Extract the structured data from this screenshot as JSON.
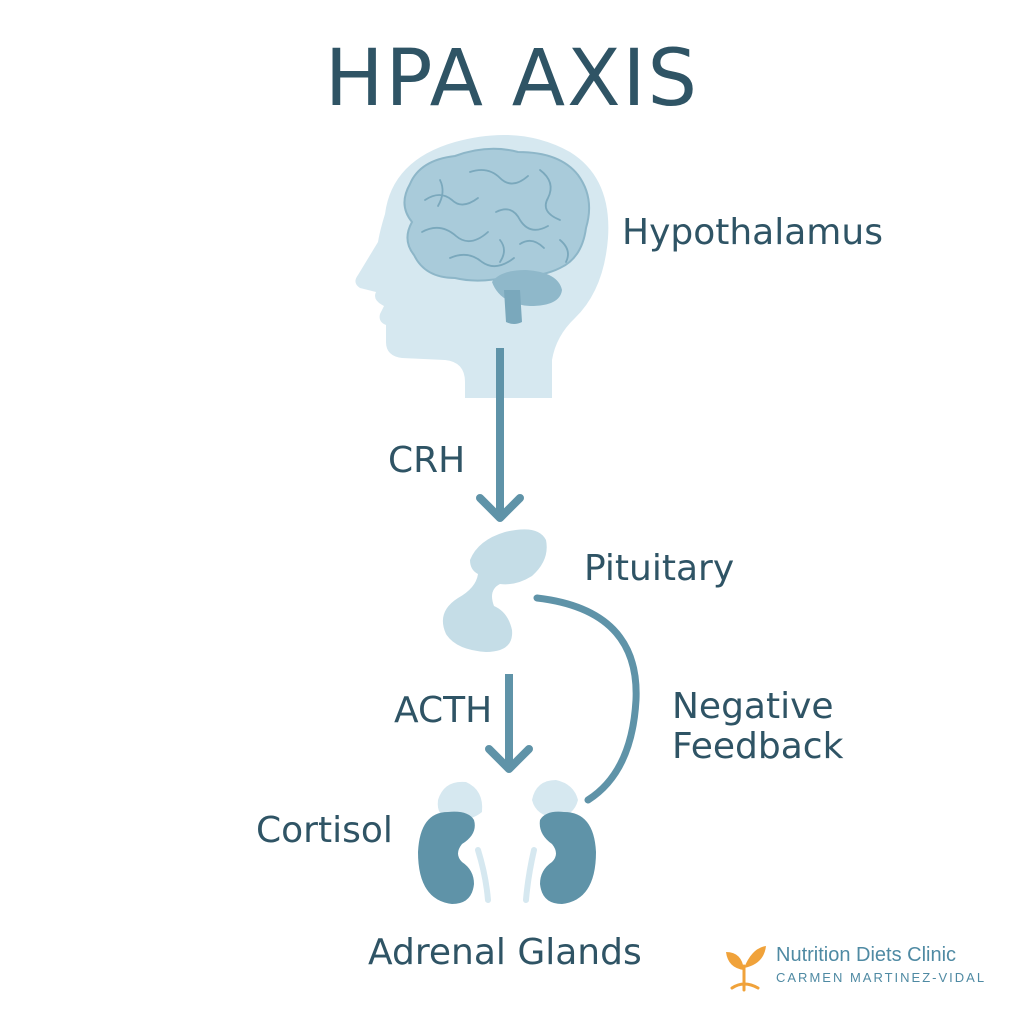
{
  "title": "HPA AXIS",
  "labels": {
    "hypothalamus": "Hypothalamus",
    "crh": "CRH",
    "pituitary": "Pituitary",
    "acth": "ACTH",
    "negative_feedback_line1": "Negative",
    "negative_feedback_line2": "Feedback",
    "cortisol": "Cortisol",
    "adrenal_glands": "Adrenal Glands"
  },
  "brand": {
    "name": "Nutrition Diets Clinic",
    "subtitle": "CARMEN MARTINEZ-VIDAL"
  },
  "colors": {
    "text": "#2f5465",
    "arrow": "#5f93a8",
    "head_silhouette": "#d6e8f0",
    "brain": "#a9cbda",
    "kidney": "#5f93a8",
    "gland": "#c5dde7",
    "logo_orange": "#f0a23a"
  },
  "icons": [
    "head-silhouette-icon",
    "brain-icon",
    "pituitary-gland-icon",
    "kidney-icon",
    "adrenal-gland-icon",
    "leaf-logo-icon"
  ]
}
